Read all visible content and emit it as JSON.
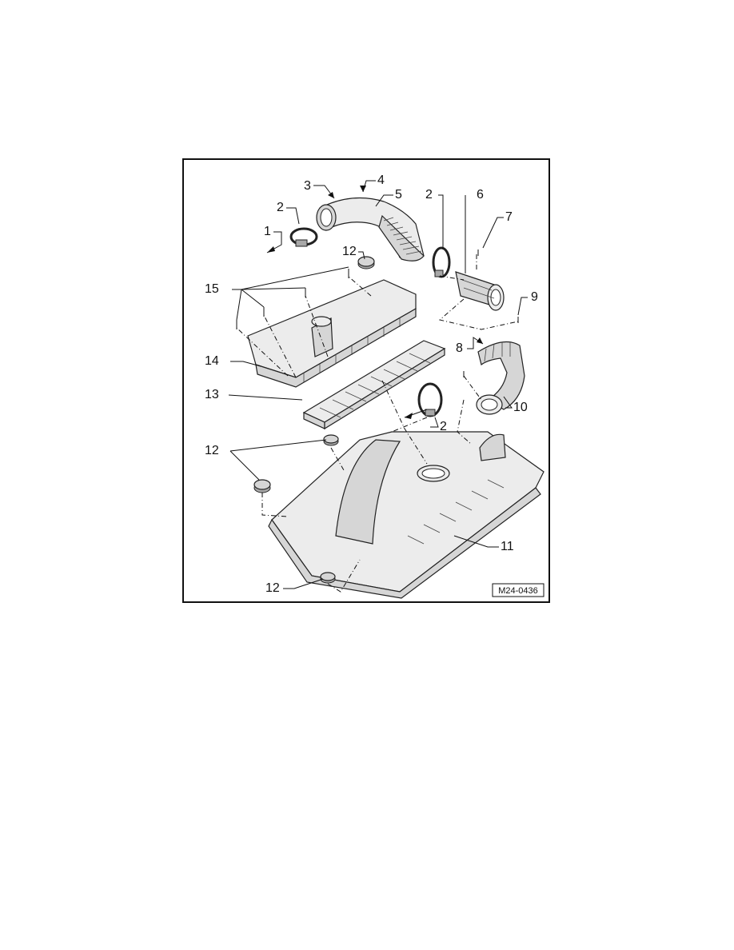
{
  "figure": {
    "reference_code": "M24-0436",
    "callouts": [
      {
        "id": "c1",
        "label": "1"
      },
      {
        "id": "c2a",
        "label": "2"
      },
      {
        "id": "c3",
        "label": "3"
      },
      {
        "id": "c4",
        "label": "4"
      },
      {
        "id": "c5",
        "label": "5"
      },
      {
        "id": "c2b",
        "label": "2"
      },
      {
        "id": "c6",
        "label": "6"
      },
      {
        "id": "c7",
        "label": "7"
      },
      {
        "id": "c12a",
        "label": "12"
      },
      {
        "id": "c15",
        "label": "15"
      },
      {
        "id": "c9",
        "label": "9"
      },
      {
        "id": "c8",
        "label": "8"
      },
      {
        "id": "c14",
        "label": "14"
      },
      {
        "id": "c13",
        "label": "13"
      },
      {
        "id": "c10",
        "label": "10"
      },
      {
        "id": "c2c",
        "label": "2"
      },
      {
        "id": "c12b",
        "label": "12"
      },
      {
        "id": "c11",
        "label": "11"
      },
      {
        "id": "c12c",
        "label": "12"
      }
    ]
  }
}
